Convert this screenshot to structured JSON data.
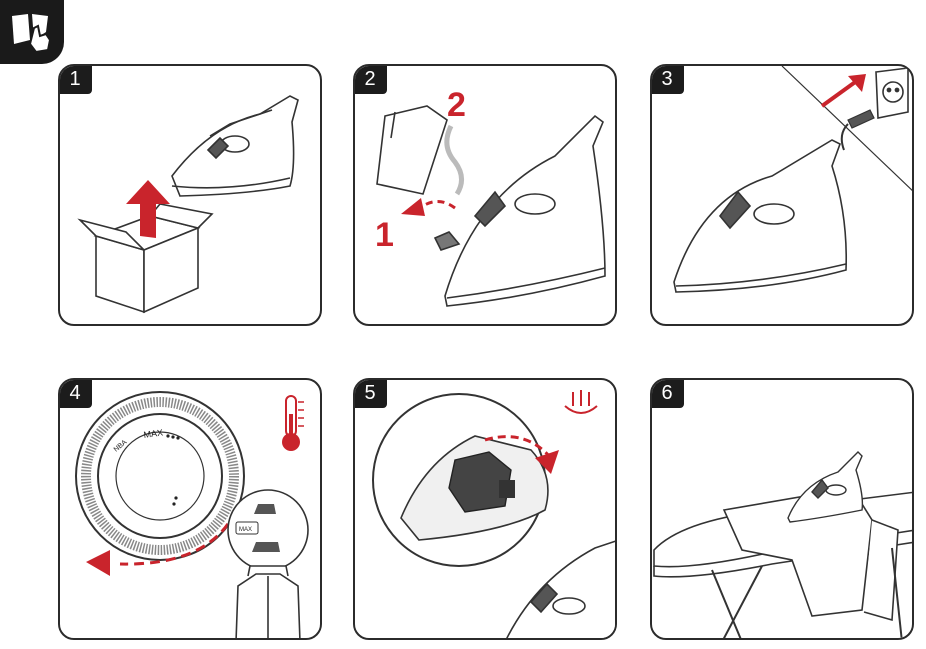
{
  "manual": {
    "logo_icon": "book-hand-icon",
    "accent_color": "#c9242c",
    "steps": [
      {
        "number": "1",
        "icon": "unbox-iron-illustration"
      },
      {
        "number": "2",
        "icon": "remove-cap-illustration",
        "callouts": [
          "1",
          "2"
        ]
      },
      {
        "number": "3",
        "icon": "plug-in-illustration"
      },
      {
        "number": "4",
        "icon": "temperature-dial-illustration",
        "side_icon": "thermometer-icon",
        "dial_labels": [
          "MAX",
          "NBA"
        ],
        "bubble_labels": [
          "MAX"
        ]
      },
      {
        "number": "5",
        "icon": "steam-dial-illustration",
        "side_icon": "steam-icon"
      },
      {
        "number": "6",
        "icon": "ironing-board-illustration"
      }
    ]
  }
}
